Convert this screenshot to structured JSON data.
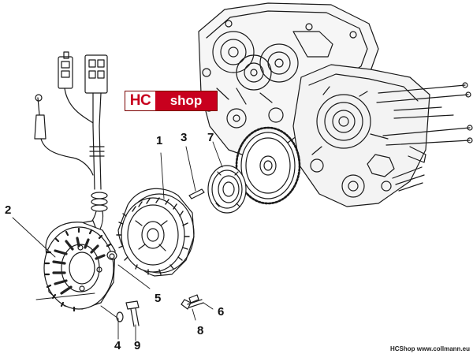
{
  "logo": {
    "left_text": "HC",
    "right_text": "shop",
    "accent": "#c8001e"
  },
  "callouts": [
    "1",
    "2",
    "3",
    "4",
    "5",
    "6",
    "7",
    "8",
    "9"
  ],
  "footer": "HCShop www.collmann.eu",
  "colors": {
    "line": "#1a1a1a",
    "background": "#ffffff"
  }
}
